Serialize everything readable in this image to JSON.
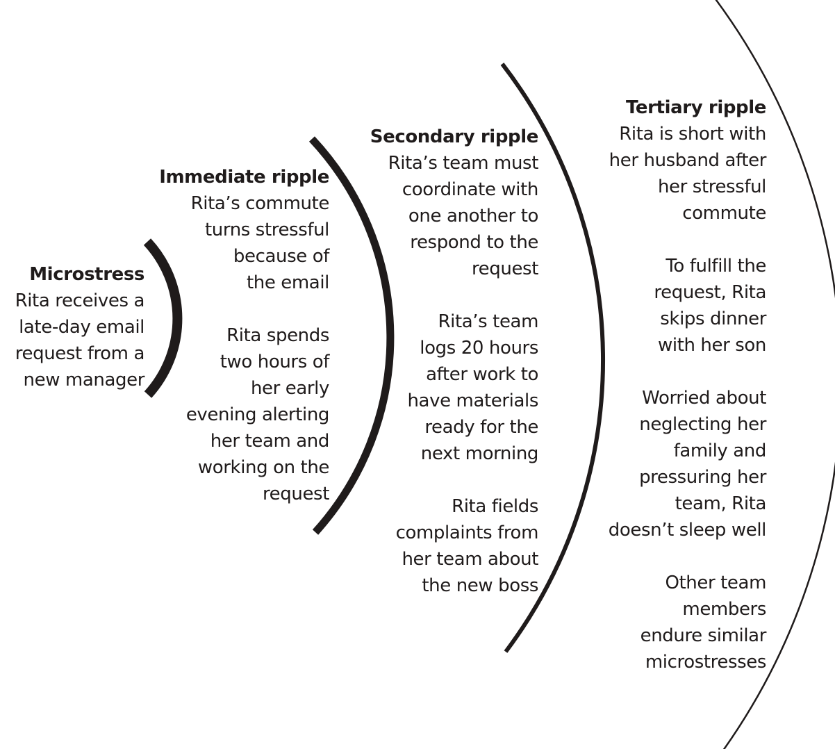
{
  "colors": {
    "ink": "#1f1b1b",
    "background": "#ffffff"
  },
  "blocks": [
    {
      "title": "Microstress",
      "paragraphs": [
        "Rita receives a\nlate-day email\nrequest from a\nnew manager"
      ]
    },
    {
      "title": "Immediate ripple",
      "paragraphs": [
        "Rita’s commute\nturns stressful\nbecause of\nthe email",
        "Rita spends\ntwo hours of\nher early\nevening alerting\nher team and\nworking on the\nrequest"
      ]
    },
    {
      "title": "Secondary ripple",
      "paragraphs": [
        "Rita’s team must\ncoordinate with\none another to\nrespond to the\nrequest",
        "Rita’s team\nlogs 20 hours\nafter work to\nhave materials\nready for the\nnext morning",
        "Rita fields\ncomplaints from\nher team about\nthe new boss"
      ]
    },
    {
      "title": "Tertiary ripple",
      "paragraphs": [
        "Rita is short with\nher husband after\nher stressful\ncommute",
        "To fulfill the\nrequest, Rita\nskips dinner\nwith her son",
        "Worried about\nneglecting her\nfamily and\npressuring her\nteam, Rita\ndoesn’t sleep well",
        "Other team\nmembers\nendure similar\nmicrostresses"
      ]
    }
  ]
}
